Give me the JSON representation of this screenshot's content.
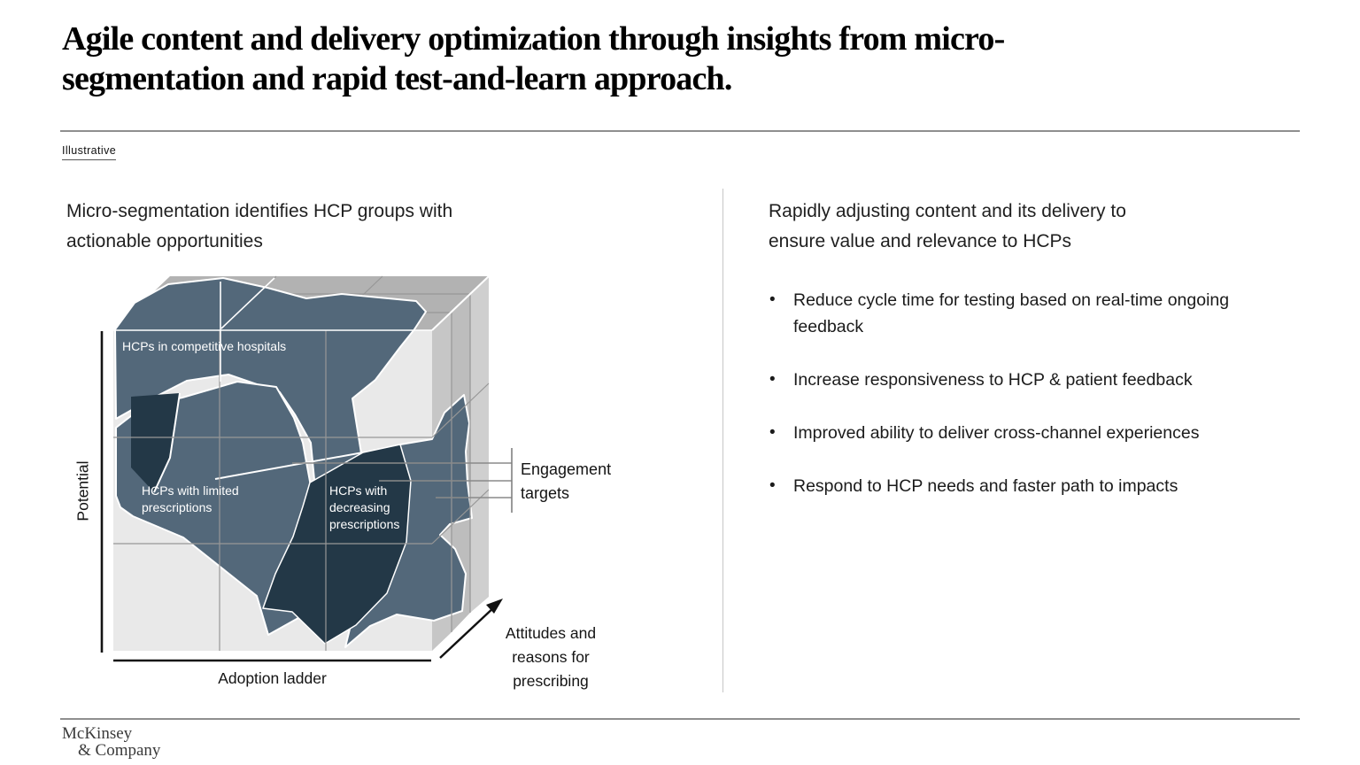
{
  "slide": {
    "title": "Agile content and delivery optimization through insights from micro-\nsegmentation and rapid test-and-learn approach.",
    "tag": "Illustrative"
  },
  "left_panel": {
    "heading": "Micro-segmentation identifies HCP groups with\nactionable opportunities",
    "diagram": {
      "segments": {
        "competitive": "HCPs in competitive hospitals",
        "limited": "HCPs with limited\nprescriptions",
        "decreasing": "HCPs with\ndecreasing\nprescriptions"
      },
      "axes": {
        "y": "Potential",
        "x": "Adoption ladder",
        "z": "Attitudes and\nreasons for\nprescribing"
      },
      "callout": "Engagement\ntargets",
      "colors": {
        "segment_slate": "#53687a",
        "segment_dark": "#233847",
        "cube_front": "#e9e9e9",
        "cube_top": "#b2b2b2",
        "cube_side_band1": "#c6c6c6",
        "cube_side_band2": "#bdbdbd",
        "cube_side_band3": "#cfcfcf",
        "grid_line": "#979797"
      }
    }
  },
  "right_panel": {
    "heading": "Rapidly adjusting content and its delivery to\nensure value and relevance to HCPs",
    "bullet_glyph": "•",
    "bullets": [
      "Reduce cycle time for testing based on real-time ongoing feedback",
      "Increase responsiveness to HCP & patient feedback",
      "Improved ability to deliver cross-channel experiences",
      "Respond to HCP needs and faster path to impacts"
    ]
  },
  "footer": {
    "logo_line1": "McKinsey",
    "logo_line2": "& Company"
  }
}
